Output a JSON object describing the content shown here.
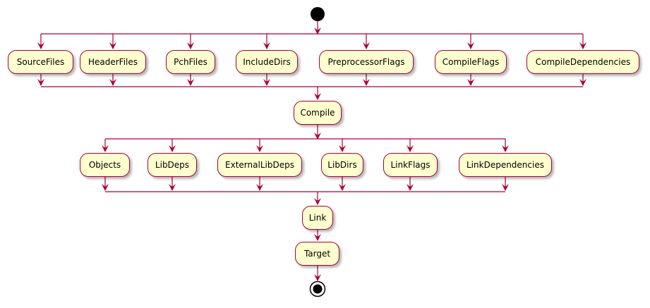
{
  "diagram": {
    "type": "activity",
    "colors": {
      "node_fill": "#FEFECE",
      "node_border": "#A80036",
      "arrow": "#A80036",
      "start_stop": "#000000"
    },
    "compile_inputs": [
      "SourceFiles",
      "HeaderFiles",
      "PchFiles",
      "IncludeDirs",
      "PreprocessorFlags",
      "CompileFlags",
      "CompileDependencies"
    ],
    "compile_step": "Compile",
    "link_inputs": [
      "Objects",
      "LibDeps",
      "ExternalLibDeps",
      "LibDirs",
      "LinkFlags",
      "LinkDependencies"
    ],
    "link_step": "Link",
    "target_step": "Target"
  }
}
